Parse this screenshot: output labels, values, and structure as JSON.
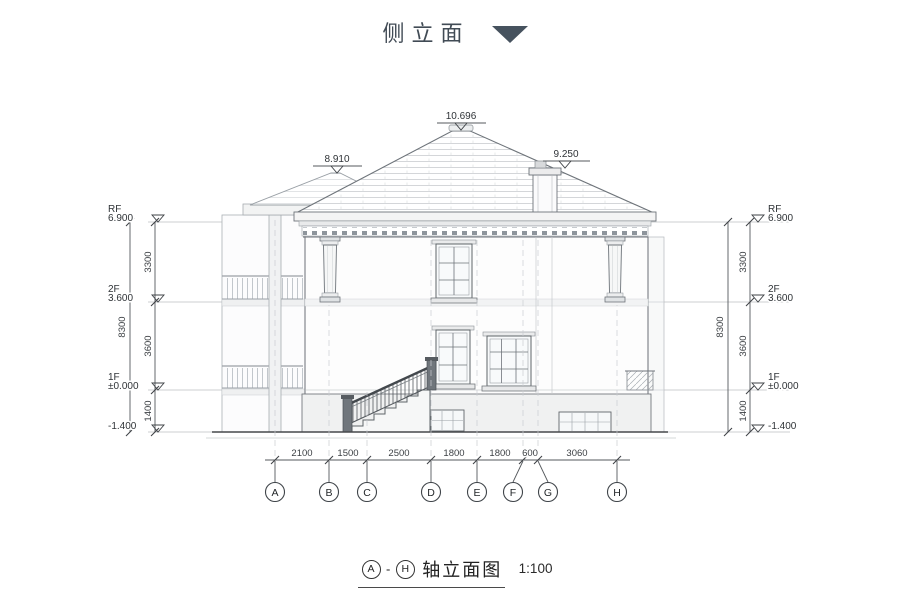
{
  "page": {
    "title": "侧立面"
  },
  "top_markers": {
    "ridge": "10.696",
    "left_roof": "8.910",
    "chimney": "9.250"
  },
  "levels": {
    "rf": {
      "label": "RF",
      "value": "6.900"
    },
    "f2": {
      "label": "2F",
      "value": "3.600"
    },
    "f1": {
      "label": "1F",
      "value": "±0.000"
    },
    "ground": {
      "value": "-1.400"
    }
  },
  "dimensions": {
    "vertical_segments": [
      "3300",
      "3600",
      "1400"
    ],
    "vertical_total": "8300",
    "horizontal_segments": [
      "2100",
      "1500",
      "2500",
      "1800",
      "1800",
      "600",
      "3060"
    ]
  },
  "axes": [
    "A",
    "B",
    "C",
    "D",
    "E",
    "F",
    "G",
    "H"
  ],
  "caption": {
    "axis_start": "A",
    "dash": "-",
    "axis_end": "H",
    "title": "轴立面图",
    "scale": "1:100"
  }
}
